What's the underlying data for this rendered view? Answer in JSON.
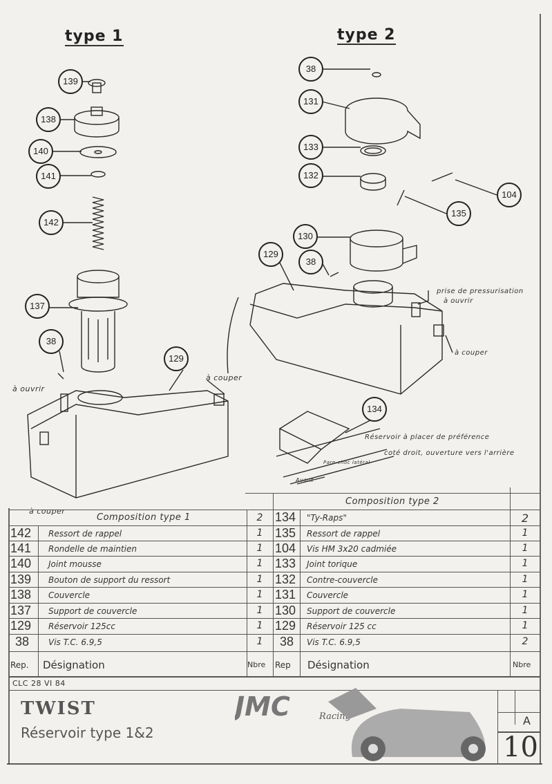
{
  "headings": {
    "type1": "type 1",
    "type2": "type 2"
  },
  "callouts_type1": [
    "139",
    "138",
    "140",
    "141",
    "142",
    "137",
    "38",
    "129"
  ],
  "callouts_type2": [
    "38",
    "131",
    "133",
    "132",
    "104",
    "135",
    "130",
    "38",
    "129",
    "134"
  ],
  "annotations": {
    "a_ouvrir_1": "à ouvrir",
    "a_couper_1": "à couper",
    "a_couper_2": "à couper",
    "prise": "prise de pressurisation",
    "prise_2": "à ouvrir",
    "a_couper_3": "à couper",
    "note_1": "Réservoir à placer de préférence",
    "note_2": "coté droit, ouverture vers l'arrière",
    "pare_choc": "Pare-choc latéral",
    "avant": "Avant"
  },
  "table1": {
    "title": "Composition type 1",
    "header_qty": "2",
    "rows": [
      {
        "rep": "142",
        "designation": "Ressort de rappel",
        "qty": "1"
      },
      {
        "rep": "141",
        "designation": "Rondelle de maintien",
        "qty": "1"
      },
      {
        "rep": "140",
        "designation": "Joint mousse",
        "qty": "1"
      },
      {
        "rep": "139",
        "designation": "Bouton de support du ressort",
        "qty": "1"
      },
      {
        "rep": "138",
        "designation": "Couvercle",
        "qty": "1"
      },
      {
        "rep": "137",
        "designation": "Support de couvercle",
        "qty": "1"
      },
      {
        "rep": "129",
        "designation": "Réservoir 125cc",
        "qty": "1"
      },
      {
        "rep": "38",
        "designation": "Vis T.C. 6.9,5",
        "qty": "1"
      }
    ],
    "col_rep": "Rep.",
    "col_des": "Désignation",
    "col_qty": "Nbre"
  },
  "table2": {
    "title": "Composition type 2",
    "rows": [
      {
        "rep": "134",
        "designation": "\"Ty-Raps\"",
        "qty": "2"
      },
      {
        "rep": "135",
        "designation": "Ressort de rappel",
        "qty": "1"
      },
      {
        "rep": "104",
        "designation": "Vis HM 3x20 cadmiée",
        "qty": "1"
      },
      {
        "rep": "133",
        "designation": "Joint torique",
        "qty": "1"
      },
      {
        "rep": "132",
        "designation": "Contre-couvercle",
        "qty": "1"
      },
      {
        "rep": "131",
        "designation": "Couvercle",
        "qty": "1"
      },
      {
        "rep": "130",
        "designation": "Support de couvercle",
        "qty": "1"
      },
      {
        "rep": "129",
        "designation": "Réservoir 125 cc",
        "qty": "1"
      },
      {
        "rep": "38",
        "designation": "Vis T.C. 6.9,5",
        "qty": "2"
      }
    ],
    "col_rep": "Rep",
    "col_des": "Désignation",
    "col_qty": "Nbre"
  },
  "title_block": {
    "author_date": "CLC 28 VI 84",
    "model": "TWIST",
    "subtitle": "Réservoir type 1&2",
    "logo": "JMC Racing",
    "revision": "A",
    "sheet": "10"
  }
}
